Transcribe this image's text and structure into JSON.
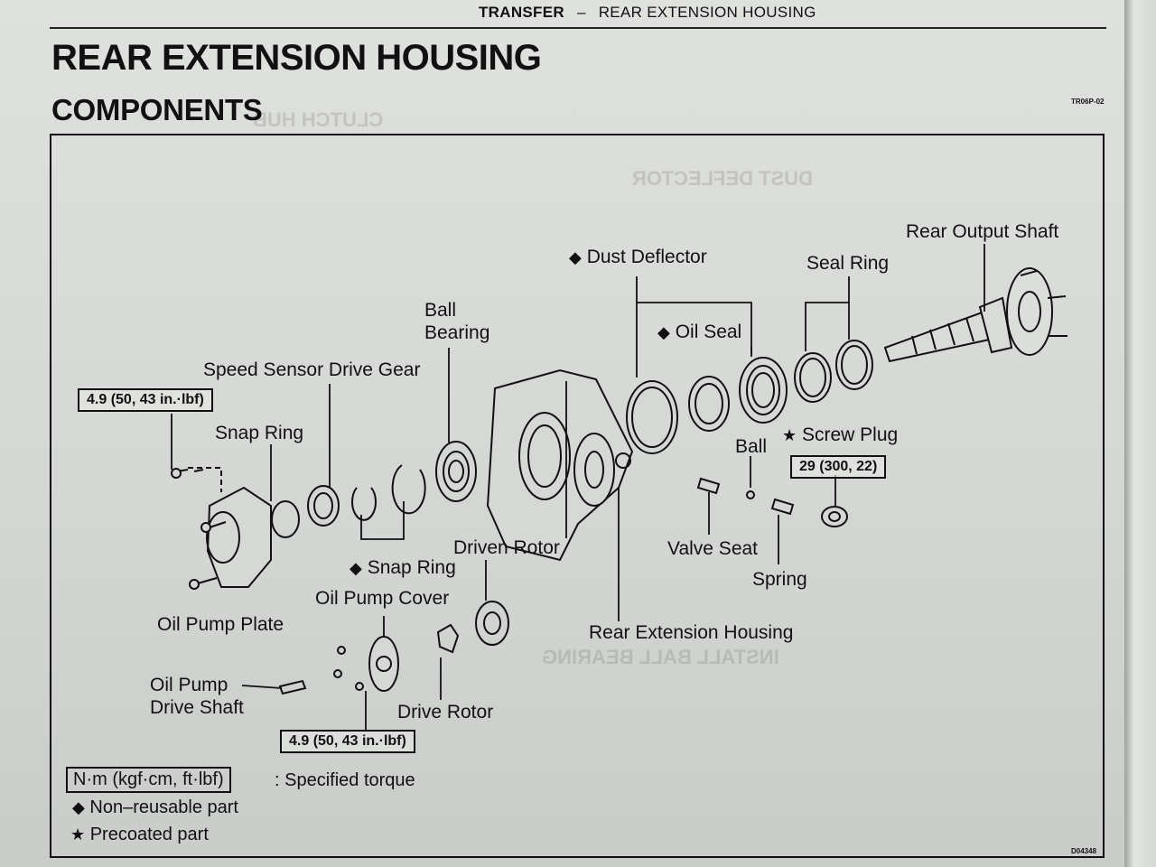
{
  "header": {
    "section": "TRANSFER",
    "separator": "–",
    "subsection": "REAR EXTENSION HOUSING"
  },
  "title": "REAR EXTENSION HOUSING",
  "subtitle": "COMPONENTS",
  "figure_code_top": "TR06P-02",
  "figure_code_bottom": "D04348",
  "labels": {
    "rear_output_shaft": "Rear Output Shaft",
    "dust_deflector": "Dust Deflector",
    "seal_ring": "Seal Ring",
    "ball_bearing_1": "Ball",
    "ball_bearing_2": "Bearing",
    "oil_seal": "Oil Seal",
    "speed_sensor_drive_gear": "Speed Sensor Drive Gear",
    "snap_ring_left": "Snap Ring",
    "ball": "Ball",
    "screw_plug": "Screw Plug",
    "driven_rotor": "Driven Rotor",
    "valve_seat": "Valve Seat",
    "snap_ring_center": "Snap Ring",
    "spring": "Spring",
    "oil_pump_cover": "Oil Pump Cover",
    "oil_pump_plate": "Oil Pump Plate",
    "rear_extension_housing": "Rear Extension Housing",
    "oil_pump_drive_shaft_1": "Oil Pump",
    "oil_pump_drive_shaft_2": "Drive Shaft",
    "drive_rotor": "Drive Rotor"
  },
  "torque": {
    "oil_pump_plate_bolt": "4.9 (50, 43 in.·lbf)",
    "screw_plug": "29 (300, 22)",
    "oil_pump_cover_bolt": "4.9 (50, 43 in.·lbf)"
  },
  "symbols": {
    "non_reusable": "◆",
    "precoated": "★"
  },
  "legend": {
    "units": "N·m (kgf·cm, ft·lbf)",
    "units_desc": ": Specified torque",
    "non_reusable": "Non–reusable part",
    "precoated": "Precoated part"
  }
}
